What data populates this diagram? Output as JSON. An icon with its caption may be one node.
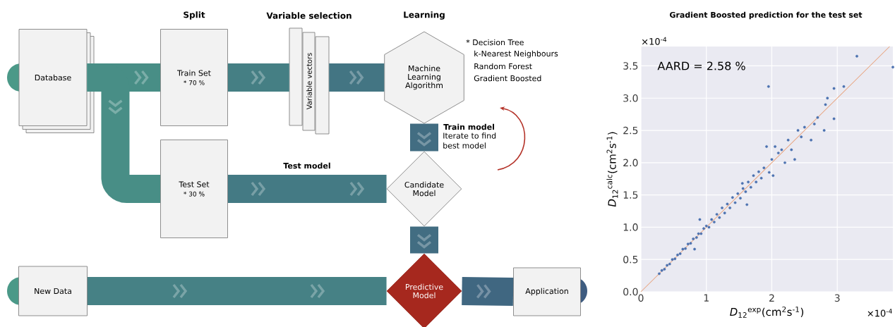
{
  "diagram": {
    "nodes": [
      {
        "text": [
          "Database"
        ]
      },
      {
        "text": [
          "Train Set",
          "* 70 %"
        ]
      },
      {
        "text": [
          "Variable vectors"
        ]
      },
      {
        "text": [
          "Machine Learning Algorithm"
        ],
        "beside": [
          "* Decision Tree",
          "k-Nearest Neighbours",
          "Random Forest",
          "Gradient Boosted"
        ]
      },
      {
        "text": [
          "Test Set",
          "* 30 %"
        ]
      },
      {
        "text": [
          "Candidate Model"
        ]
      },
      {
        "text": [
          "New Data"
        ]
      },
      {
        "text": [
          "Predictive Model"
        ]
      },
      {
        "text": [
          "Application"
        ]
      }
    ],
    "edges": [
      {
        "from": 0,
        "to": 1,
        "arrow": "to"
      },
      {
        "from": 0,
        "to": 4,
        "arrow": "to"
      },
      {
        "from": 1,
        "to": 2,
        "arrow": "to"
      },
      {
        "from": 2,
        "to": 3,
        "arrow": "to"
      },
      {
        "from": 3,
        "to": 5,
        "arrow": "to",
        "label": "Train model"
      },
      {
        "from": 4,
        "to": 5,
        "arrow": "to",
        "label": "Test model"
      },
      {
        "from": 5,
        "to": 7,
        "arrow": "to"
      },
      {
        "from": 6,
        "to": 7,
        "arrow": "to"
      },
      {
        "from": 7,
        "to": 8,
        "arrow": "to"
      }
    ],
    "labels": [
      "Split",
      "Variable selection",
      "Learning",
      "Iterate to find best model"
    ],
    "chart_data": {
      "type": "scatter",
      "title": "Gradient Boosted prediction for the test set",
      "xlabel": "*D*$_{12}$$^{exp}$(cm$^{2}$s$^{-1}$)",
      "ylabel": "*D*$_{12}$$^{calc}$(cm$^{2}$s$^{-1}$)",
      "xlim": [
        0,
        3.85
      ],
      "ylim": [
        0,
        3.8
      ],
      "grid": true,
      "xticks": [
        0,
        1,
        2,
        3
      ],
      "yticks": [
        {
          "value": 0,
          "label": "0.0"
        },
        {
          "value": 0.5,
          "label": "0.5"
        },
        {
          "value": 1,
          "label": "1.0"
        },
        {
          "value": 1.5,
          "label": "1.5"
        },
        {
          "value": 2,
          "label": "2.0"
        },
        {
          "value": 2.5,
          "label": "2.5"
        },
        {
          "value": 3,
          "label": "3.0"
        },
        {
          "value": 3.5,
          "label": "3.5"
        }
      ],
      "series": [
        {
          "color": "#4c72b0",
          "type": "scatter",
          "x": [
            0.28,
            0.32,
            0.36,
            0.4,
            0.44,
            0.48,
            0.52,
            0.56,
            0.6,
            0.64,
            0.68,
            0.72,
            0.76,
            0.8,
            0.82,
            0.85,
            0.88,
            0.9,
            0.92,
            0.96,
            1.0,
            1.04,
            1.08,
            1.12,
            1.16,
            1.2,
            1.24,
            1.28,
            1.32,
            1.36,
            1.4,
            1.44,
            1.48,
            1.52,
            1.55,
            1.56,
            1.6,
            1.62,
            1.64,
            1.68,
            1.72,
            1.76,
            1.8,
            1.84,
            1.88,
            1.92,
            1.95,
            1.96,
            2.0,
            2.02,
            2.05,
            2.1,
            2.15,
            2.2,
            2.25,
            2.3,
            2.35,
            2.4,
            2.45,
            2.5,
            2.6,
            2.65,
            2.7,
            2.8,
            2.82,
            2.85,
            2.95,
            2.95,
            3.1,
            3.3,
            3.85
          ],
          "values": [
            0.28,
            0.33,
            0.35,
            0.41,
            0.43,
            0.5,
            0.51,
            0.57,
            0.59,
            0.66,
            0.67,
            0.74,
            0.75,
            0.82,
            0.66,
            0.84,
            0.9,
            1.12,
            0.9,
            0.98,
            1.02,
            1.0,
            1.12,
            1.08,
            1.2,
            1.15,
            1.3,
            1.22,
            1.36,
            1.3,
            1.46,
            1.38,
            1.52,
            1.45,
            1.68,
            1.6,
            1.55,
            1.35,
            1.7,
            1.62,
            1.8,
            1.7,
            1.86,
            1.76,
            1.92,
            2.25,
            3.18,
            1.85,
            2.05,
            1.8,
            2.25,
            2.15,
            2.2,
            2.0,
            2.35,
            2.2,
            2.05,
            2.5,
            2.4,
            2.55,
            2.35,
            2.6,
            2.7,
            2.5,
            2.9,
            3.0,
            2.68,
            3.15,
            3.18,
            3.65,
            3.48
          ]
        },
        {
          "color": "#e8a27c",
          "type": "line",
          "x": [
            0,
            3.8
          ],
          "values": [
            0,
            3.8
          ]
        }
      ],
      "annotations": [
        "AARD = 2.58 %",
        "×10$^{-4}$",
        "×10$^{-4}$"
      ]
    }
  }
}
